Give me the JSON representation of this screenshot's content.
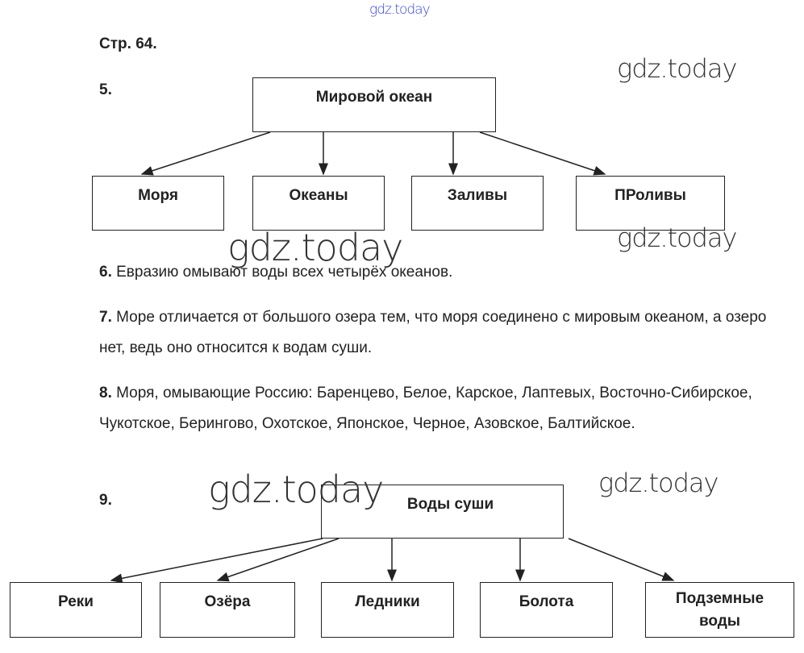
{
  "watermarks": [
    "gdz.today",
    "gdz.today",
    "gdz.today",
    "gdz.today",
    "gdz.today",
    "gdz.today"
  ],
  "header": "Стр. 64.",
  "q5": {
    "num": "5.",
    "root": "Мировой океан",
    "children": [
      "Моря",
      "Океаны",
      "Заливы",
      "ПРоливы"
    ]
  },
  "q6": {
    "num": "6.",
    "text": " Евразию омывают воды всех четырёх океанов."
  },
  "q7": {
    "num": "7.",
    "text": " Море отличается от большого озера тем, что моря соединено с мировым океаном, а озеро нет, ведь оно относится к водам суши."
  },
  "q8": {
    "num": "8.",
    "text": " Моря, омывающие Россию: Баренцево, Белое, Карское, Лаптевых, Восточно-Сибирское, Чукотское, Берингово, Охотское, Японское, Черное, Азовское, Балтийское."
  },
  "q9": {
    "num": "9.",
    "root": "Воды суши",
    "children": [
      "Реки",
      "Озёра",
      "Ледники",
      "Болота",
      "Подземные воды"
    ]
  }
}
